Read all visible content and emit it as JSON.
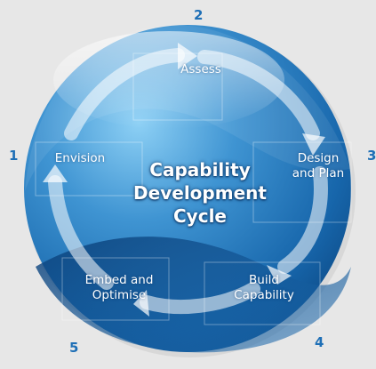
{
  "diagram": {
    "center_title_lines": [
      "Capability",
      "Development",
      "Cycle"
    ],
    "stages": [
      {
        "number": "1",
        "label": "Envision"
      },
      {
        "number": "2",
        "label": "Assess"
      },
      {
        "number": "3",
        "label": "Design\nand Plan"
      },
      {
        "number": "4",
        "label": "Build\nCapability"
      },
      {
        "number": "5",
        "label": "Embed and\nOptimise"
      }
    ],
    "colors": {
      "number": "#1e6fb6",
      "sphere_dark": "#0e4d8c",
      "sphere_light": "#5fb0e6",
      "background": "#e7e7e7"
    }
  }
}
